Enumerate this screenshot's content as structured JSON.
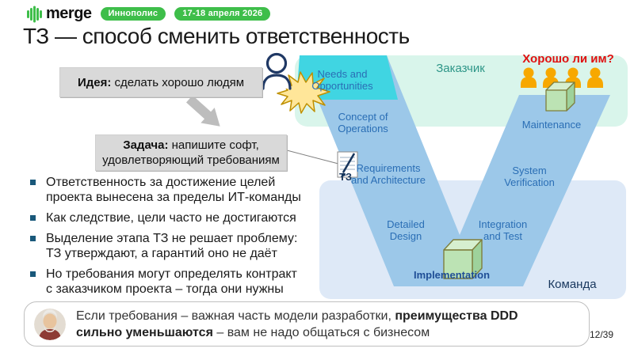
{
  "header": {
    "logo_text": "merge",
    "badges": [
      "Иннополис",
      "17-18 апреля 2026"
    ]
  },
  "title": "ТЗ — способ сменить ответственность",
  "callouts": {
    "idea_label": "Идея:",
    "idea_text": " сделать хорошо людям",
    "task_label": "Задача:",
    "task_text": " напишите софт, удовлетворяющий требованиям"
  },
  "bullets": [
    "Ответственность за достижение целей проекта вынесена за пределы ИТ-команды",
    "Как следствие, цели часто не достигаются",
    "Выделение этапа ТЗ не решает проблему: ТЗ утверждают, а гарантий оно не даёт",
    "Но требования могут определять контракт с заказчиком проекта – тогда они нужны"
  ],
  "diagram": {
    "customer_label": "Заказчик",
    "team_label": "Команда",
    "question": "Хорошо ли им?",
    "tz_label": "ТЗ",
    "stages": {
      "needs": "Needs and Opportunities",
      "concept": "Concept of Operations",
      "requirements": "Requirements and Architecture",
      "detailed": "Detailed Design",
      "implementation": "Implementation",
      "integration": "Integration and Test",
      "verification": "System Verification",
      "maintenance": "Maintenance"
    },
    "colors": {
      "mint_zone": "#D9F5EB",
      "team_zone": "#DEE9F7",
      "v_band": "#9CC8E9",
      "cyan_band": "#40D5E2",
      "label_blue": "#2A6EB5",
      "customer_teal": "#2E9688",
      "question_red": "#E01010",
      "team_navy": "#17365D",
      "people_orange": "#F7A800",
      "star_fill": "#FFE699",
      "star_stroke": "#BF9000",
      "cube_front": "#BCE3B4",
      "cube_top": "#D6EFCF",
      "cube_side": "#9ED29B",
      "cube_stroke": "#7E7E3C",
      "arrow_gray": "#BDBDBD",
      "brand_green": "#3EBE4A"
    }
  },
  "quote": {
    "pre": "Если требования – важная часть модели разработки, ",
    "bold": "преимущества DDD сильно уменьшаются",
    "post": " – вам не надо общаться с бизнесом"
  },
  "page_number": "12/39"
}
